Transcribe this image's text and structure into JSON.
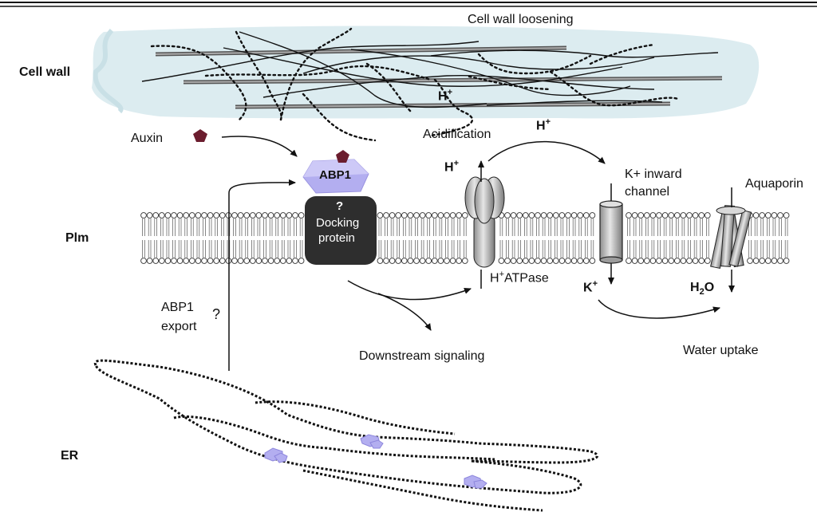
{
  "labels": {
    "cell_wall_loosening": "Cell wall loosening",
    "cell_wall": "Cell wall",
    "auxin": "Auxin",
    "acidification": "Acidification",
    "h_plus_a": "H",
    "h_plus_b": "H",
    "h_plus_c": "H",
    "plus": "+",
    "abp1": "ABP1",
    "question": "?",
    "docking_protein_1": "Docking",
    "docking_protein_2": "protein",
    "k_inward_1": "K+ inward",
    "k_inward_2": "channel",
    "aquaporin": "Aquaporin",
    "plm": "Plm",
    "h_atpase_h": "H",
    "h_atpase_rest": "ATPase",
    "k_plus": "K",
    "h2o_h": "H",
    "h2o_2": "2",
    "h2o_o": "O",
    "abp1_export_1": "ABP1",
    "abp1_export_2": "export",
    "export_question": "?",
    "downstream_signaling": "Downstream signaling",
    "water_uptake": "Water uptake",
    "er": "ER"
  },
  "colors": {
    "cell_wall_fill": "#dcecf0",
    "abp1_fill": "#b3aef0",
    "auxin_fill": "#6b1d2e",
    "docking_fill": "#2e2e2e",
    "membrane_line": "#444444",
    "channel_fill": "#bdbdbd"
  }
}
